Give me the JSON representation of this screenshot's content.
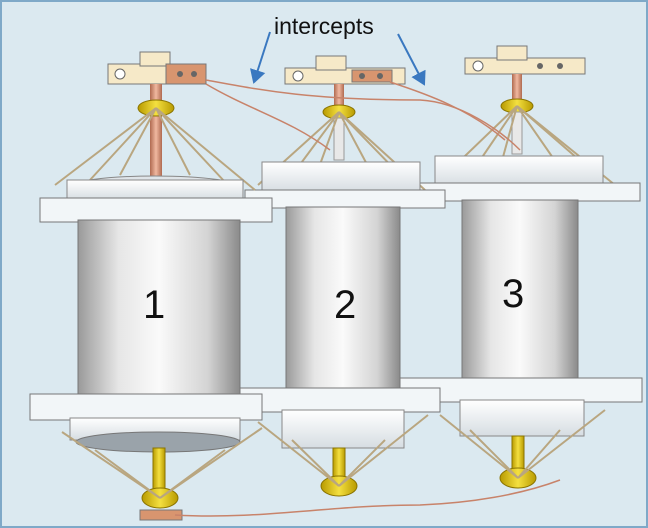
{
  "figure": {
    "callout_label": "intercepts",
    "cell_labels": [
      "1",
      "2",
      "3"
    ],
    "colors": {
      "background": "#dbe9f0",
      "frame": "#7fa9c8",
      "cylinder_light": "#f4f4f4",
      "cylinder_dark": "#8c8c8c",
      "plate": "#f2f6f8",
      "brass": "#e0c400",
      "copper": "#c8836a",
      "cord": "#b9a680",
      "arrow": "#3a78c0"
    }
  }
}
